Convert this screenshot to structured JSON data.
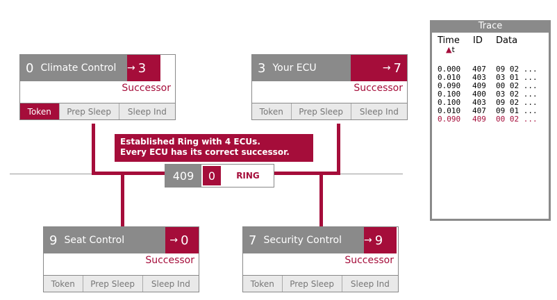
{
  "ecus": [
    {
      "id": "0",
      "name": "Climate Control",
      "arrow": "→",
      "successor_id": "3",
      "successor_label": "Successor",
      "buttons": [
        {
          "label": "Token",
          "active": true
        },
        {
          "label": "Prep Sleep",
          "active": false
        },
        {
          "label": "Sleep Ind",
          "active": false
        }
      ]
    },
    {
      "id": "3",
      "name": "Your ECU",
      "arrow": "→",
      "successor_id": "7",
      "successor_label": "Successor",
      "buttons": [
        {
          "label": "Token",
          "active": false
        },
        {
          "label": "Prep Sleep",
          "active": false
        },
        {
          "label": "Sleep Ind",
          "active": false
        }
      ]
    },
    {
      "id": "9",
      "name": "Seat Control",
      "arrow": "→",
      "successor_id": "0",
      "successor_label": "Successor",
      "buttons": [
        {
          "label": "Token",
          "active": false
        },
        {
          "label": "Prep Sleep",
          "active": false
        },
        {
          "label": "Sleep Ind",
          "active": false
        }
      ]
    },
    {
      "id": "7",
      "name": "Security Control",
      "arrow": "→",
      "successor_id": "9",
      "successor_label": "Successor",
      "buttons": [
        {
          "label": "Token",
          "active": false
        },
        {
          "label": "Prep Sleep",
          "active": false
        },
        {
          "label": "Sleep Ind",
          "active": false
        }
      ]
    }
  ],
  "banner": {
    "line1": "Established Ring with 4 ECUs.",
    "line2": "Every ECU has its correct successor."
  },
  "ring_message": {
    "msg_id": "409",
    "value": "0",
    "label": "RING"
  },
  "trace": {
    "title": "Trace",
    "col_time": "Time",
    "col_id": "ID",
    "col_data": "Data",
    "sort_indicator": "▲",
    "sort_suffix": "t",
    "rows": [
      {
        "time": "0.000",
        "id": "407",
        "data": "09 02 ...",
        "highlight": false
      },
      {
        "time": "0.010",
        "id": "403",
        "data": "03 01 ...",
        "highlight": false
      },
      {
        "time": "0.090",
        "id": "409",
        "data": "00 02 ...",
        "highlight": false
      },
      {
        "time": "0.100",
        "id": "400",
        "data": "03 02 ...",
        "highlight": false
      },
      {
        "time": "0.100",
        "id": "403",
        "data": "09 02 ...",
        "highlight": false
      },
      {
        "time": "0.010",
        "id": "407",
        "data": "09 01 ...",
        "highlight": false
      },
      {
        "time": "0.090",
        "id": "409",
        "data": "00 02 ...",
        "highlight": true
      }
    ]
  },
  "colors": {
    "accent": "#a50d3a",
    "gray": "#8a8a8a"
  }
}
